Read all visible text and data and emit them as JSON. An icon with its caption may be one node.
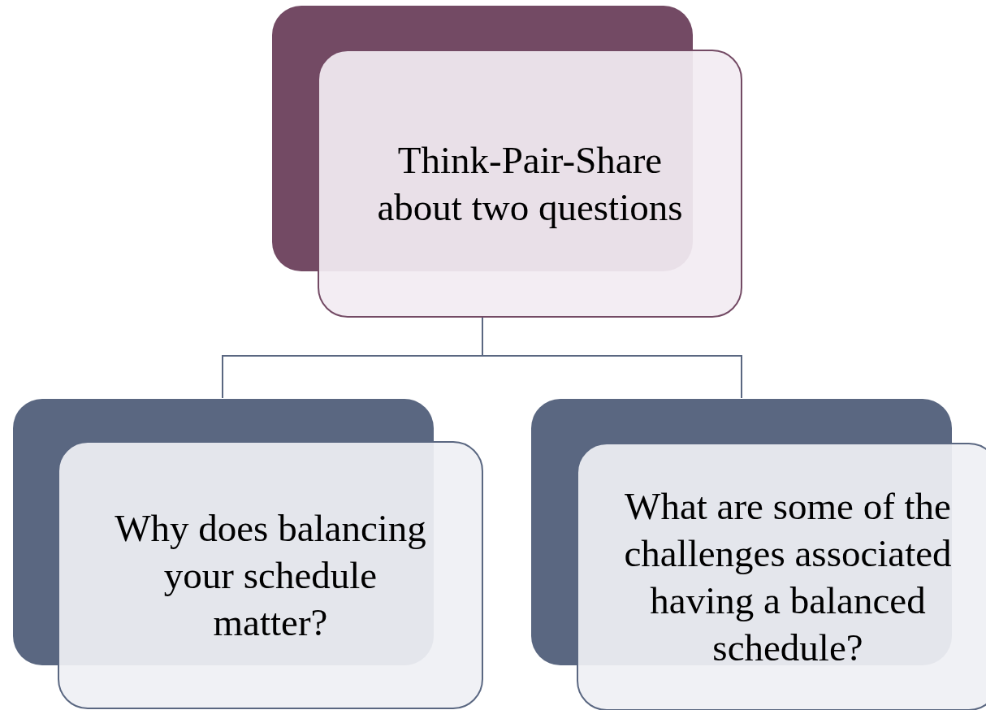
{
  "diagram": {
    "nodes": [
      {
        "text": [
          "Think-Pair-Share about two questions"
        ]
      },
      {
        "text": [
          "Why does balancing your schedule matter?"
        ]
      },
      {
        "text": [
          "What are some of the challenges associated having a balanced schedule?"
        ]
      }
    ],
    "edges": [
      {
        "from": 0,
        "to": 1,
        "arrow": "none"
      },
      {
        "from": 0,
        "to": 2,
        "arrow": "none"
      }
    ]
  }
}
